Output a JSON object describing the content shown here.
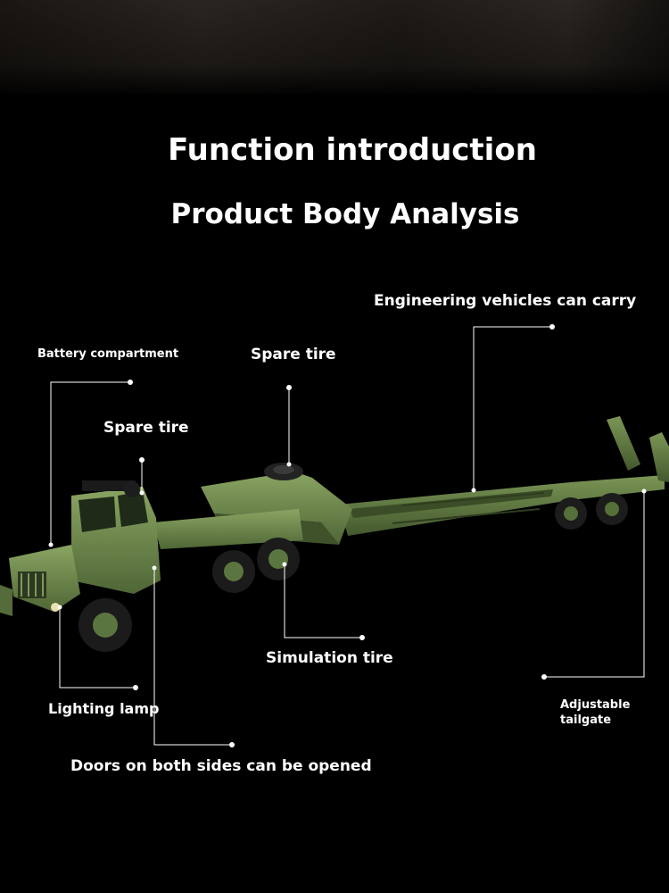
{
  "title": "Function introduction",
  "subtitle": "Product Body Analysis",
  "labels": {
    "engineering": "Engineering vehicles can carry",
    "battery": "Battery compartment",
    "spare_tire_top": "Spare tire",
    "spare_tire_cab": "Spare tire",
    "simulation_tire": "Simulation tire",
    "lighting_lamp": "Lighting lamp",
    "tailgate_line1": "Adjustable",
    "tailgate_line2": "tailgate",
    "doors": "Doors on both sides can be opened"
  },
  "colors": {
    "background": "#000000",
    "truck_green": "#6f8a4c",
    "leader_line": "#ffffff"
  }
}
